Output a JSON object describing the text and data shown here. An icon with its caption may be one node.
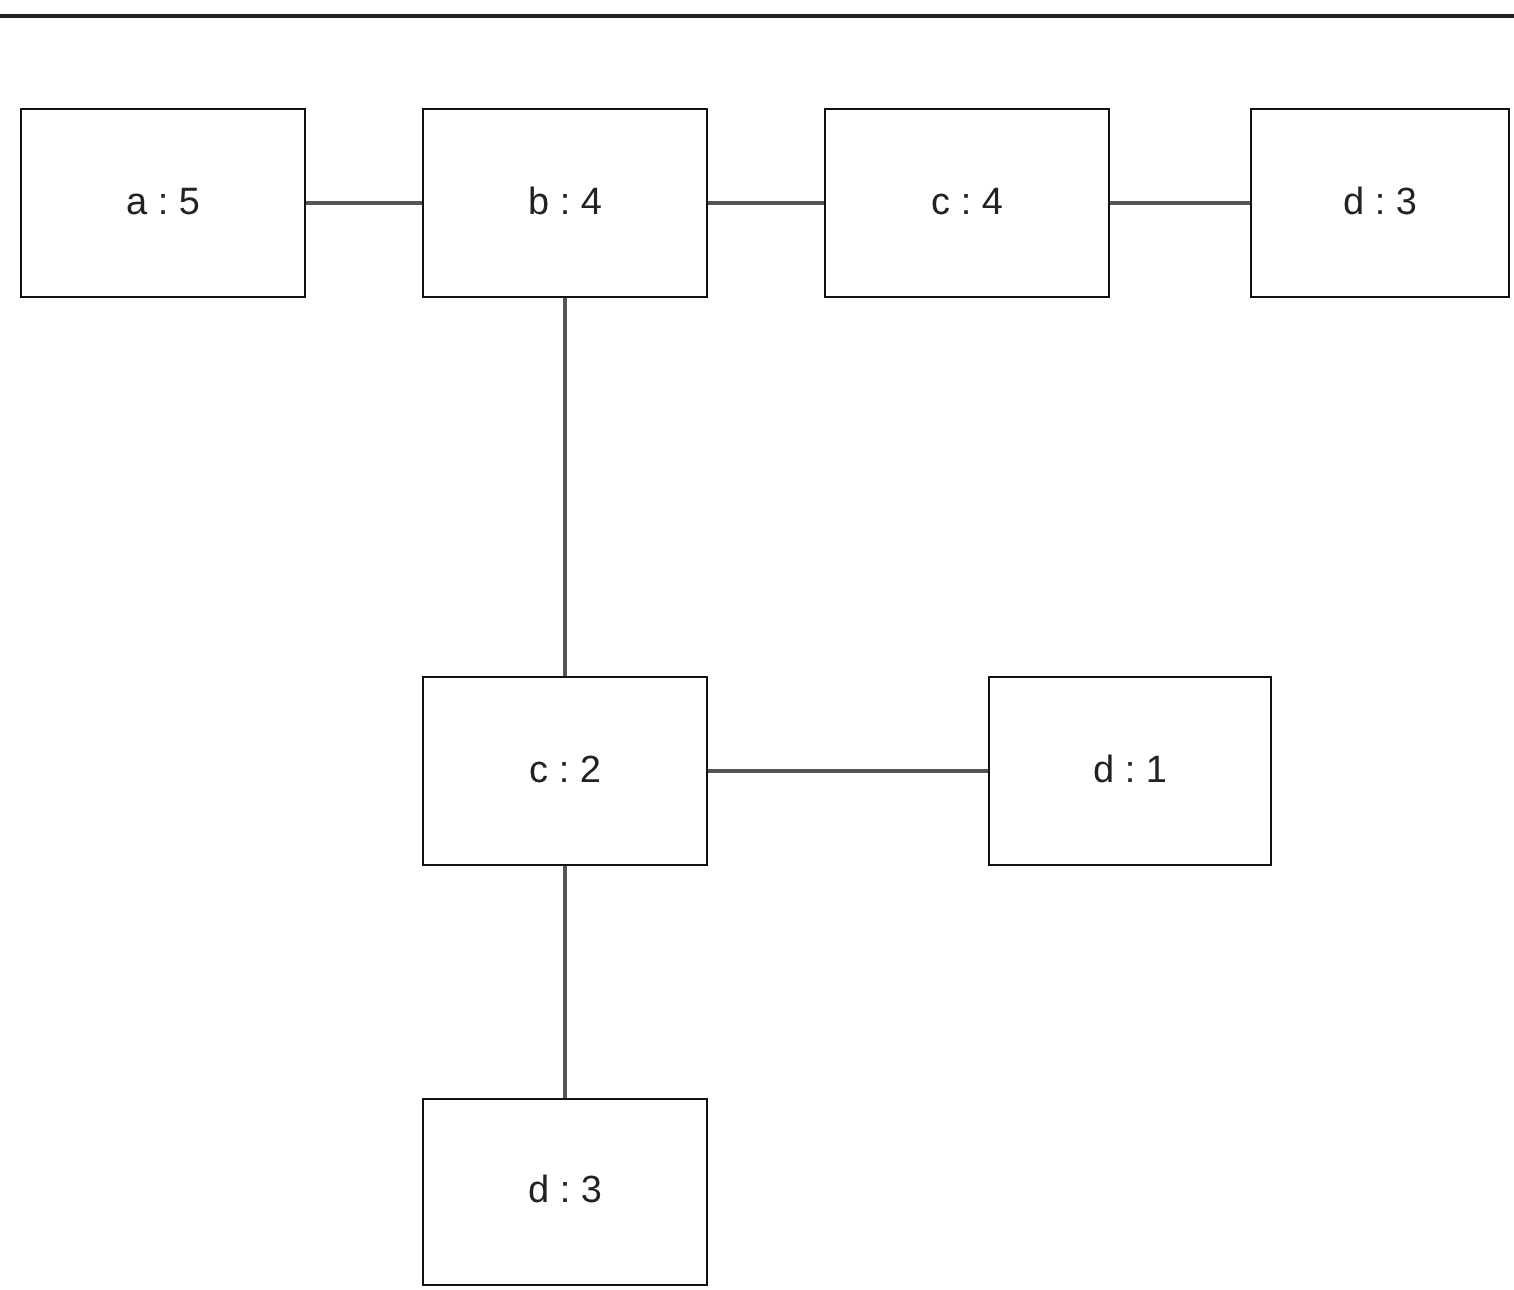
{
  "diagram": {
    "nodes": [
      {
        "text": [
          "a : 5"
        ]
      },
      {
        "text": [
          "b : 4"
        ]
      },
      {
        "text": [
          "c : 4"
        ]
      },
      {
        "text": [
          "d : 3"
        ]
      },
      {
        "text": [
          "c : 2"
        ]
      },
      {
        "text": [
          "d : 1"
        ]
      },
      {
        "text": [
          "d : 3"
        ]
      }
    ],
    "edges": [
      {
        "from": 0,
        "to": 1,
        "arrow": "none"
      },
      {
        "from": 1,
        "to": 2,
        "arrow": "none"
      },
      {
        "from": 2,
        "to": 3,
        "arrow": "none"
      },
      {
        "from": 1,
        "to": 4,
        "arrow": "none"
      },
      {
        "from": 4,
        "to": 5,
        "arrow": "none"
      },
      {
        "from": 4,
        "to": 6,
        "arrow": "none"
      }
    ]
  }
}
